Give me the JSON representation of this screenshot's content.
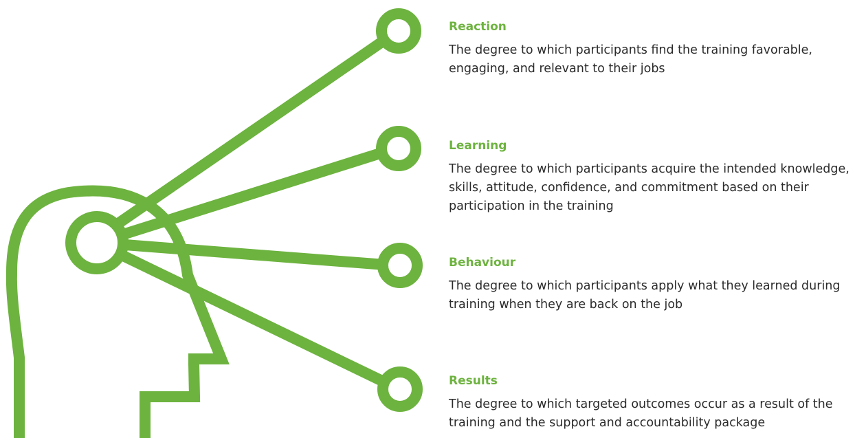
{
  "accent_color": "#6db33f",
  "text_color": "#2b2b2b",
  "levels": [
    {
      "icon": "node-circle-icon",
      "title": "Reaction",
      "description": "The degree to which participants find the training favorable, engaging, and relevant to their jobs"
    },
    {
      "icon": "node-circle-icon",
      "title": "Learning",
      "description": "The degree to which participants acquire the intended knowledge, skills, attitude, confidence, and commitment based on their participation in the training"
    },
    {
      "icon": "node-circle-icon",
      "title": "Behaviour",
      "description": "The degree to which participants apply what they learned during training when they are back on the job"
    },
    {
      "icon": "node-circle-icon",
      "title": "Results",
      "description": "The degree to which targeted outcomes occur as a result of the training and the support and accountability package"
    }
  ]
}
